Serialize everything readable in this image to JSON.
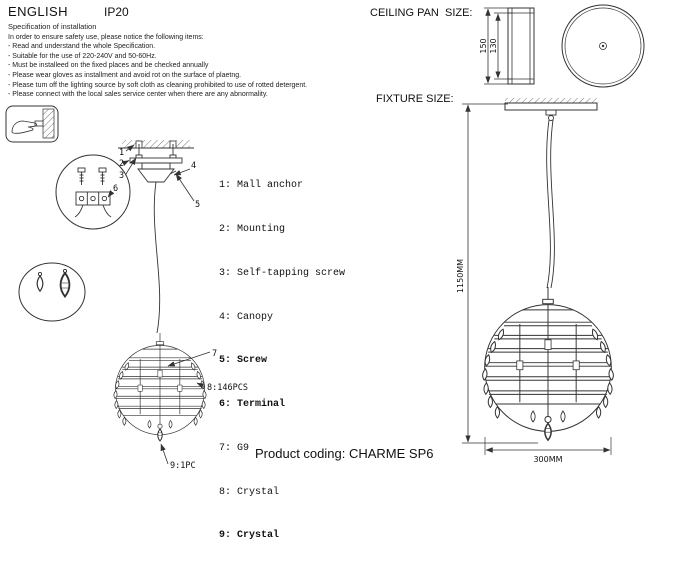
{
  "header": {
    "language": "ENGLISH",
    "ip_rating": "IP20"
  },
  "spec": {
    "title": "Specification of installation",
    "intro": "In order to ensure safety use, please notice the following items:",
    "items": [
      "- Read and understand the whole Specification.",
      "- Suitable for the use of 220-240V and 50-60Hz.",
      "- Must be installeed on the fixed places and be checked annually",
      "- Please wear gloves as installment and avoid rot on the surface of plaetng.",
      "- Please tum off the lighting source by soft cloth as cleaning prohibited to use of rotted detergent.",
      "- Please connect with the local sales service center when there are any abnormality."
    ]
  },
  "ceiling_pan": {
    "section_label": "CEILING PAN  SIZE:",
    "height_mm": "150",
    "inner_height_mm": "130"
  },
  "fixture": {
    "section_label": "FIXTURE SIZE:",
    "height_mm": "1150MM",
    "width_mm": "300MM"
  },
  "parts_list": [
    "1: Mall anchor",
    "2: Mounting",
    "3: Self-tapping screw",
    "4: Canopy",
    "5: Screw",
    "6: Terminal",
    "7: G9",
    "8: Crystal",
    "9: Crystal"
  ],
  "callouts": {
    "c1": "1",
    "c2": "2",
    "c3": "3",
    "c4": "4",
    "c5": "5",
    "c6": "6",
    "c7": "7",
    "crystal_qty": "8:146PCS",
    "bottom_crystal_qty": "9:1PC"
  },
  "footer": {
    "product_coding": "Product coding: CHARME SP6"
  }
}
